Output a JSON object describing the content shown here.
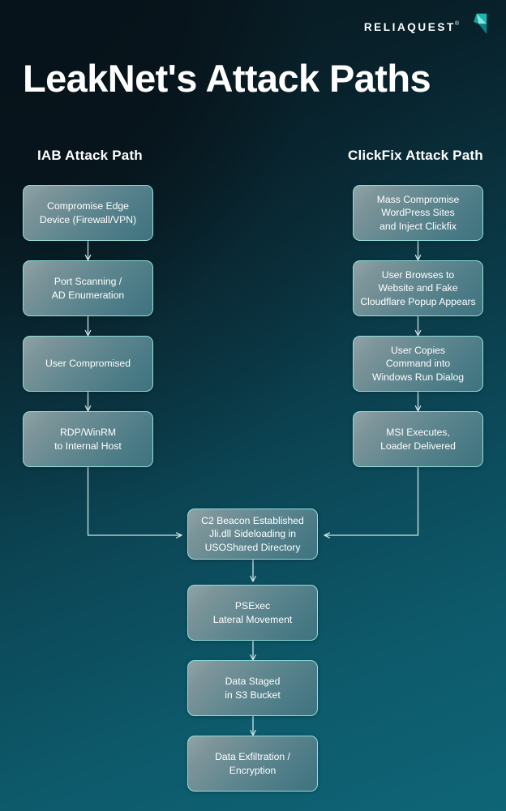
{
  "brand": {
    "name": "RELIAQUEST",
    "registered_mark": "®",
    "logo_icon": "reliaquest-arrow-mark",
    "accent_color": "#2ec9c4",
    "mark_colors": [
      "#1fb6b0",
      "#0d7f86",
      "#7fe8e0"
    ]
  },
  "page": {
    "title": "LeakNet's Attack Paths",
    "background_gradient": [
      "#071219",
      "#0a3643",
      "#0e6576"
    ],
    "node_border_color": "#96f0eb",
    "node_text_color": "#ffffff",
    "wire_color": "#cfe3e6"
  },
  "columns": [
    {
      "id": "iab",
      "header": "IAB Attack Path"
    },
    {
      "id": "clickfix",
      "header": "ClickFix Attack Path"
    }
  ],
  "iab_path": {
    "nodes": [
      {
        "id": "iab-1",
        "label": "Compromise Edge\nDevice (Firewall/VPN)"
      },
      {
        "id": "iab-2",
        "label": "Port Scanning /\nAD Enumeration"
      },
      {
        "id": "iab-3",
        "label": "User Compromised"
      },
      {
        "id": "iab-4",
        "label": "RDP/WinRM\nto Internal Host"
      }
    ]
  },
  "clickfix_path": {
    "nodes": [
      {
        "id": "cf-1",
        "label": "Mass Compromise\nWordPress Sites\nand Inject Clickfix"
      },
      {
        "id": "cf-2",
        "label": "User Browses to\nWebsite and Fake\nCloudflare Popup Appears"
      },
      {
        "id": "cf-3",
        "label": "User Copies\nCommand into\nWindows Run Dialog"
      },
      {
        "id": "cf-4",
        "label": "MSI Executes,\nLoader Delivered"
      }
    ]
  },
  "merged_path": {
    "nodes": [
      {
        "id": "merge-1",
        "label": "C2 Beacon Established\nJli.dll Sideloading in\nUSOShared Directory"
      },
      {
        "id": "merge-2",
        "label": "PSExec\nLateral Movement"
      },
      {
        "id": "merge-3",
        "label": "Data Staged\nin S3 Bucket"
      },
      {
        "id": "merge-4",
        "label": "Data Exfiltration /\nEncryption"
      }
    ]
  }
}
